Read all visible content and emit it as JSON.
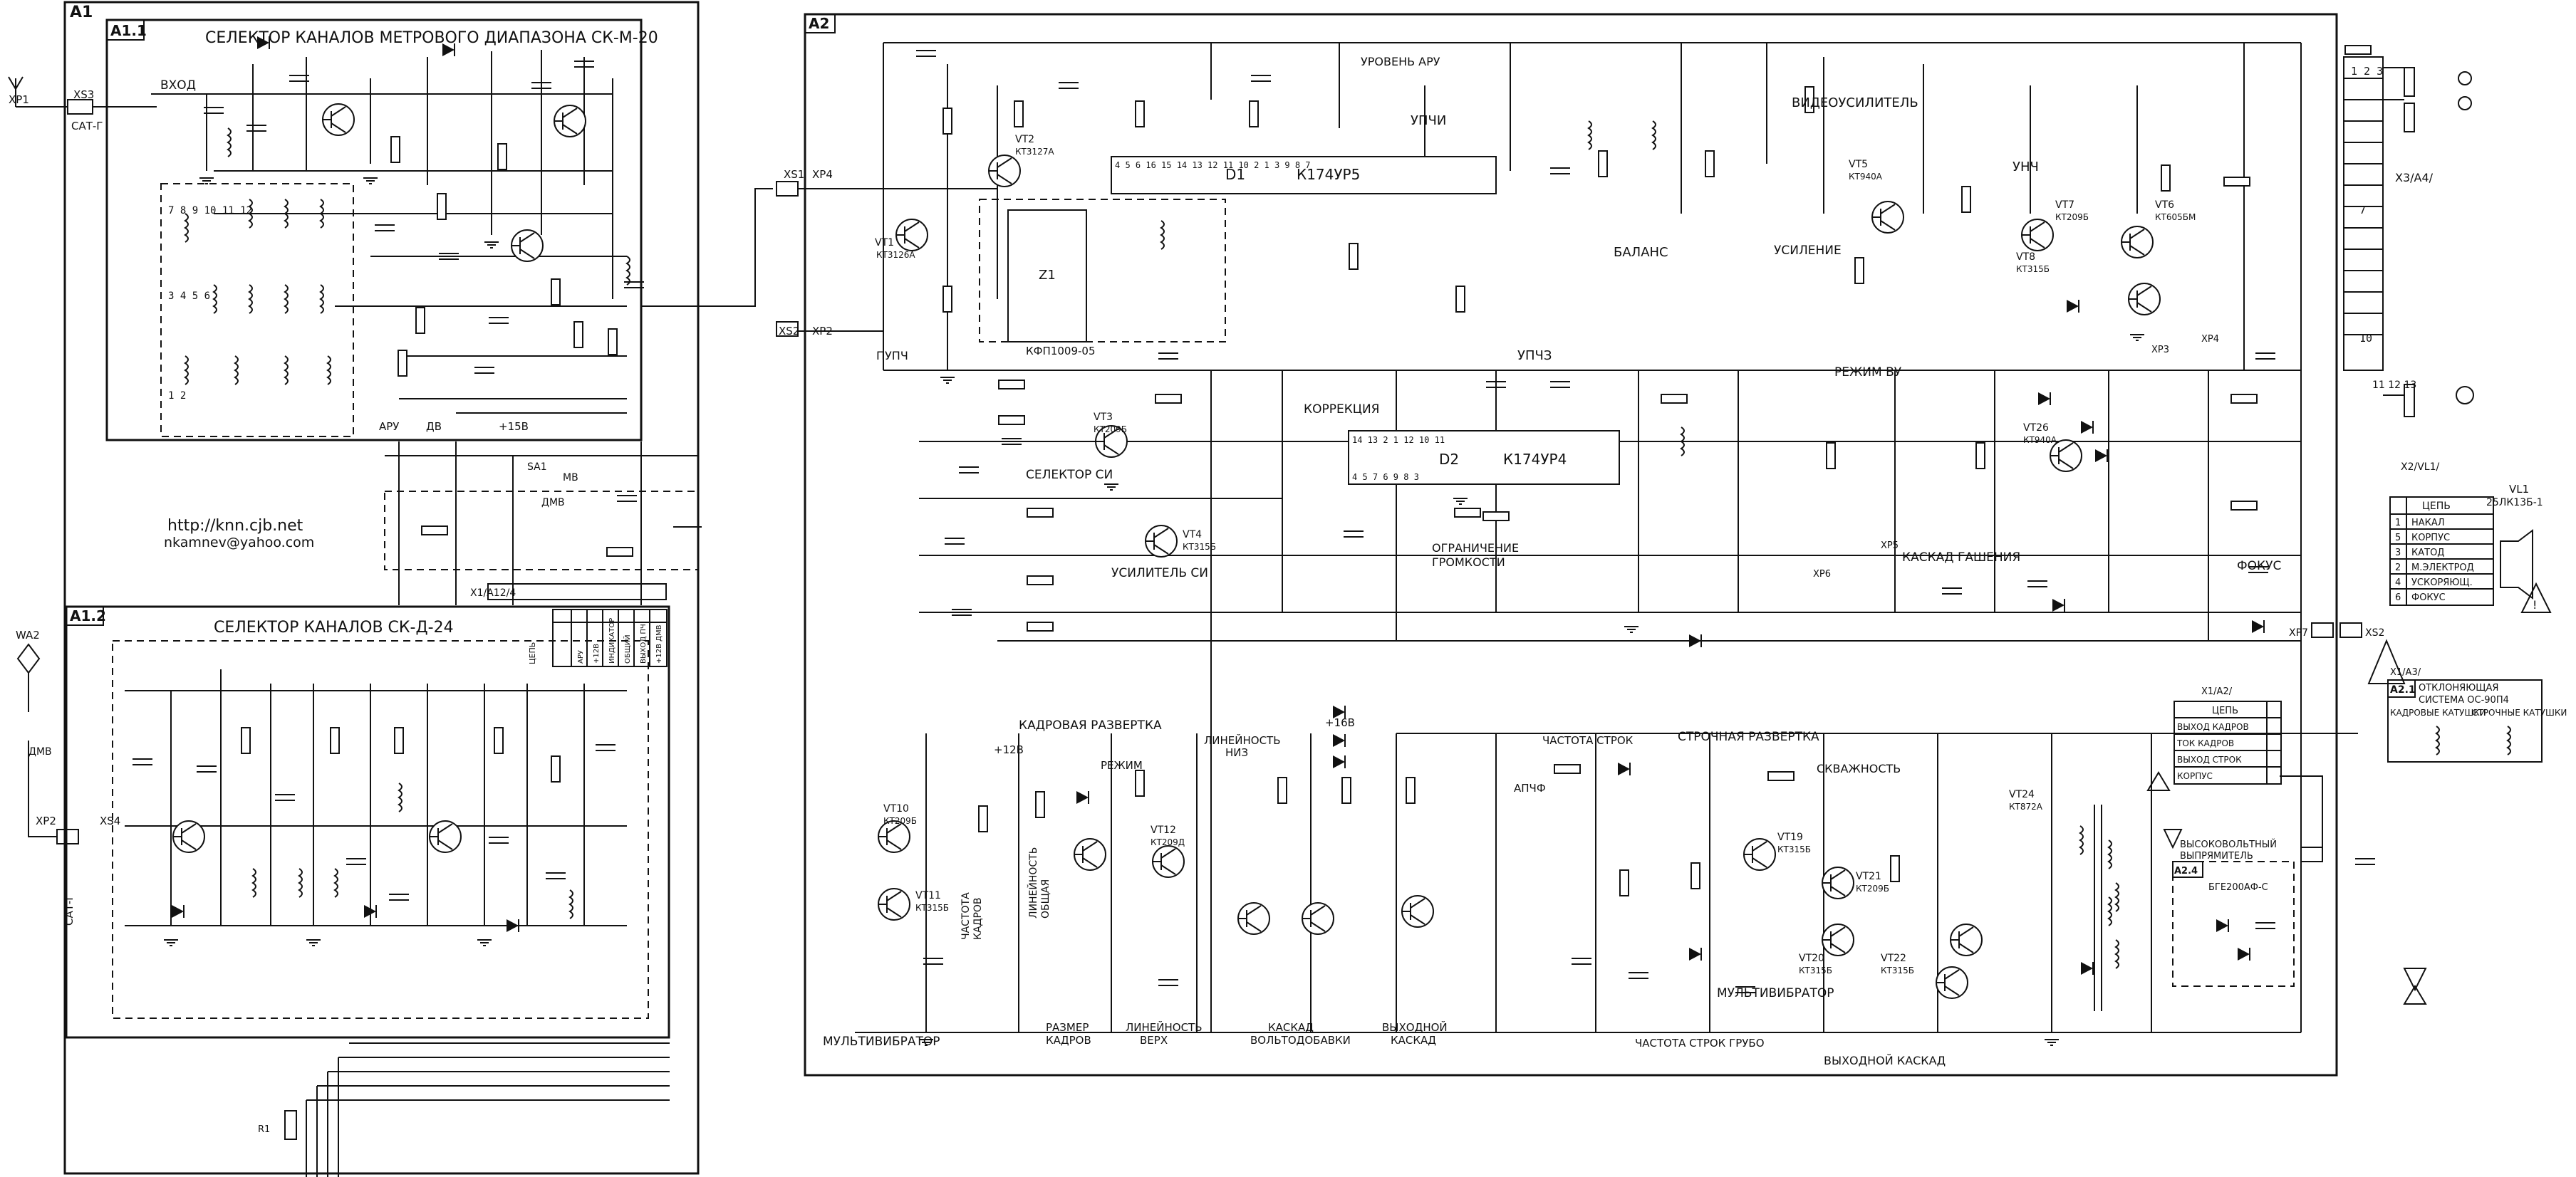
{
  "colors": {
    "ink": "#111111",
    "paper": "#ffffff"
  },
  "blocks": {
    "a1": {
      "tag": "A1"
    },
    "a11": {
      "tag": "A1.1",
      "title": "СЕЛЕКТОР КАНАЛОВ МЕТРОВОГО ДИАПАЗОНА СК-М-20"
    },
    "a12": {
      "tag": "A1.2",
      "title": "СЕЛЕКТОР КАНАЛОВ СК-Д-24"
    },
    "a2": {
      "tag": "A2"
    },
    "a21": {
      "tag": "A2.1",
      "line1": "ОТКЛОНЯЮЩАЯ",
      "line2": "СИСТЕМА ОС-90П4",
      "coil1": "КАДРОВЫЕ КАТУШКИ",
      "coil2": "СТРОЧНЫЕ КАТУШКИ"
    },
    "a24": {
      "tag": "A2.4",
      "line1": "ВЫСОКОВОЛЬТНЫЙ",
      "line2": "ВЫПРЯМИТЕЛЬ",
      "part": "БГЕ200АФ-С"
    }
  },
  "connectors": {
    "xp1": "XP1",
    "xs3": "XS3",
    "sat_top": "САТ-Г",
    "xs1": "XS1",
    "xp4": "XP4",
    "xs2": "XS2",
    "xp2": "XP2",
    "wa2": "WA2",
    "xp2b": "XP2",
    "xs4": "XS4",
    "sat_bot": "САТ-Г",
    "x1a2": "X1/A2/",
    "x3a4": "X3/A4/",
    "x2vl1": "X2/VL1/",
    "x1a3": "X1/A3/",
    "x1a12": "X1/A12/4",
    "xp3": "XP3",
    "xp4b": "XP4",
    "xp5": "XP5",
    "xp6": "XP6",
    "xp7": "XP7",
    "xs2b": "XS2"
  },
  "labels": {
    "vhod": "ВХОД",
    "upch_in": "ПУПЧ",
    "upch": "УПЧИ",
    "uroven_aru": "УРОВЕНЬ АРУ",
    "upch3": "УПЧЗ",
    "videousil": "ВИДЕОУСИЛИТЕЛЬ",
    "ynch": "УНЧ",
    "balans": "БАЛАНС",
    "usilenie": "УСИЛЕНИЕ",
    "rezhim_vu": "РЕЖИМ ВУ",
    "korrekciya": "КОРРЕКЦИЯ",
    "selektor_si": "СЕЛЕКТОР СИ",
    "usil_si": "УСИЛИТЕЛЬ СИ",
    "ogranich_1": "ОГРАНИЧЕНИЕ",
    "ogranich_2": "ГРОМКОСТИ",
    "kaskad_gash": "КАСКАД ГАШЕНИЯ",
    "fokus": "ФОКУС",
    "kadr_razv": "КАДРОВАЯ РАЗВЕРТКА",
    "strochn_razv": "СТРОЧНАЯ РАЗВЕРТКА",
    "chastota_str": "ЧАСТОТА СТРОК",
    "chastota_grubo": "ЧАСТОТА СТРОК ГРУБО",
    "apchf": "АПЧФ",
    "skvazhnost": "СКВАЖНОСТЬ",
    "multivibrator": "МУЛЬТИВИБРАТОР",
    "multivibrator2": "МУЛЬТИВИБРАТОР",
    "vyhodnoy": "ВЫХОДНОЙ КАСКАД",
    "razmer_1": "РАЗМЕР",
    "razmer_2": "КАДРОВ",
    "lin_verh_1": "ЛИНЕЙНОСТЬ",
    "lin_verh_2": "ВЕРХ",
    "vdk_1": "КАСКАД",
    "vdk_2": "ВОЛЬТОДОБАВКИ",
    "vyh_kaskad_1": "ВЫХОДНОЙ",
    "vyh_kaskad_2": "КАСКАД",
    "rezhim": "РЕЖИМ",
    "lineynost": "ЛИНЕЙНОСТЬ",
    "niz": "НИЗ",
    "lin_obsh_1": "ЛИНЕЙНОСТЬ",
    "lin_obsh_2": "ОБЩАЯ",
    "chastota_kadr_1": "ЧАСТОТА",
    "chastota_kadr_2": "КАДРОВ",
    "dmv1": "ДМВ",
    "dmv2": "ДМВ",
    "mv": "МВ",
    "aru": "АРУ",
    "db": "ДВ",
    "r12v": "+12В",
    "r15v": "+15В",
    "r16v": "+16В"
  },
  "ics": {
    "d1_name": "D1",
    "d1_part": "К174УР5",
    "d2_name": "D2",
    "d2_part": "К174УР4",
    "z1_part": "КФП1009-05"
  },
  "transistors": [
    {
      "ref": "VT1",
      "part": "КТ3126А"
    },
    {
      "ref": "VT2",
      "part": "КТ3127А"
    },
    {
      "ref": "VT3",
      "part": "КТ209Б"
    },
    {
      "ref": "VT4",
      "part": "КТ315Б"
    },
    {
      "ref": "VT5",
      "part": "КТ940А"
    },
    {
      "ref": "VT6",
      "part": "КТ605БМ"
    },
    {
      "ref": "VT7",
      "part": "КТ209Б"
    },
    {
      "ref": "VT8",
      "part": "КТ315Б"
    },
    {
      "ref": "VT10",
      "part": "КТ209Б"
    },
    {
      "ref": "VT11",
      "part": "КТ315Б"
    },
    {
      "ref": "VT12",
      "part": "КТ209Д"
    },
    {
      "ref": "VT19",
      "part": "КТ315Б"
    },
    {
      "ref": "VT20",
      "part": "КТ315Б"
    },
    {
      "ref": "VT21",
      "part": "КТ209Б"
    },
    {
      "ref": "VT22",
      "part": "КТ315Б"
    },
    {
      "ref": "VT24",
      "part": "КТ872А"
    },
    {
      "ref": "VT26",
      "part": "КТ940А"
    }
  ],
  "crt": {
    "ref": "VL1",
    "part": "25ЛК13Б-1",
    "h1": "ЦЕПЬ",
    "pins": [
      {
        "n": "1",
        "name": "НАКАЛ"
      },
      {
        "n": "5",
        "name": "КОРПУС"
      },
      {
        "n": "3",
        "name": "КАТОД"
      },
      {
        "n": "2",
        "name": "М.ЭЛЕКТРОД"
      },
      {
        "n": "4",
        "name": "УСКОРЯЮЩ."
      },
      {
        "n": "6",
        "name": "ФОКУС"
      }
    ]
  },
  "yoke_table": {
    "h": "ЦЕПЬ",
    "rows": [
      "ВЫХОД КАДРОВ",
      "ТОК КАДРОВ",
      "ВЫХОД СТРОК",
      "КОРПУС"
    ]
  },
  "selector_table": {
    "h": "ЦЕПЬ",
    "cols": [
      "АРУ",
      "+12В",
      "ИНДИКАТОР",
      "ОБЩИЙ",
      "ВЫХОД ПЧ",
      "+12В ДМВ"
    ]
  },
  "website": {
    "url": "http://knn.cjb.net",
    "email": "nkamnev@yahoo.com"
  }
}
